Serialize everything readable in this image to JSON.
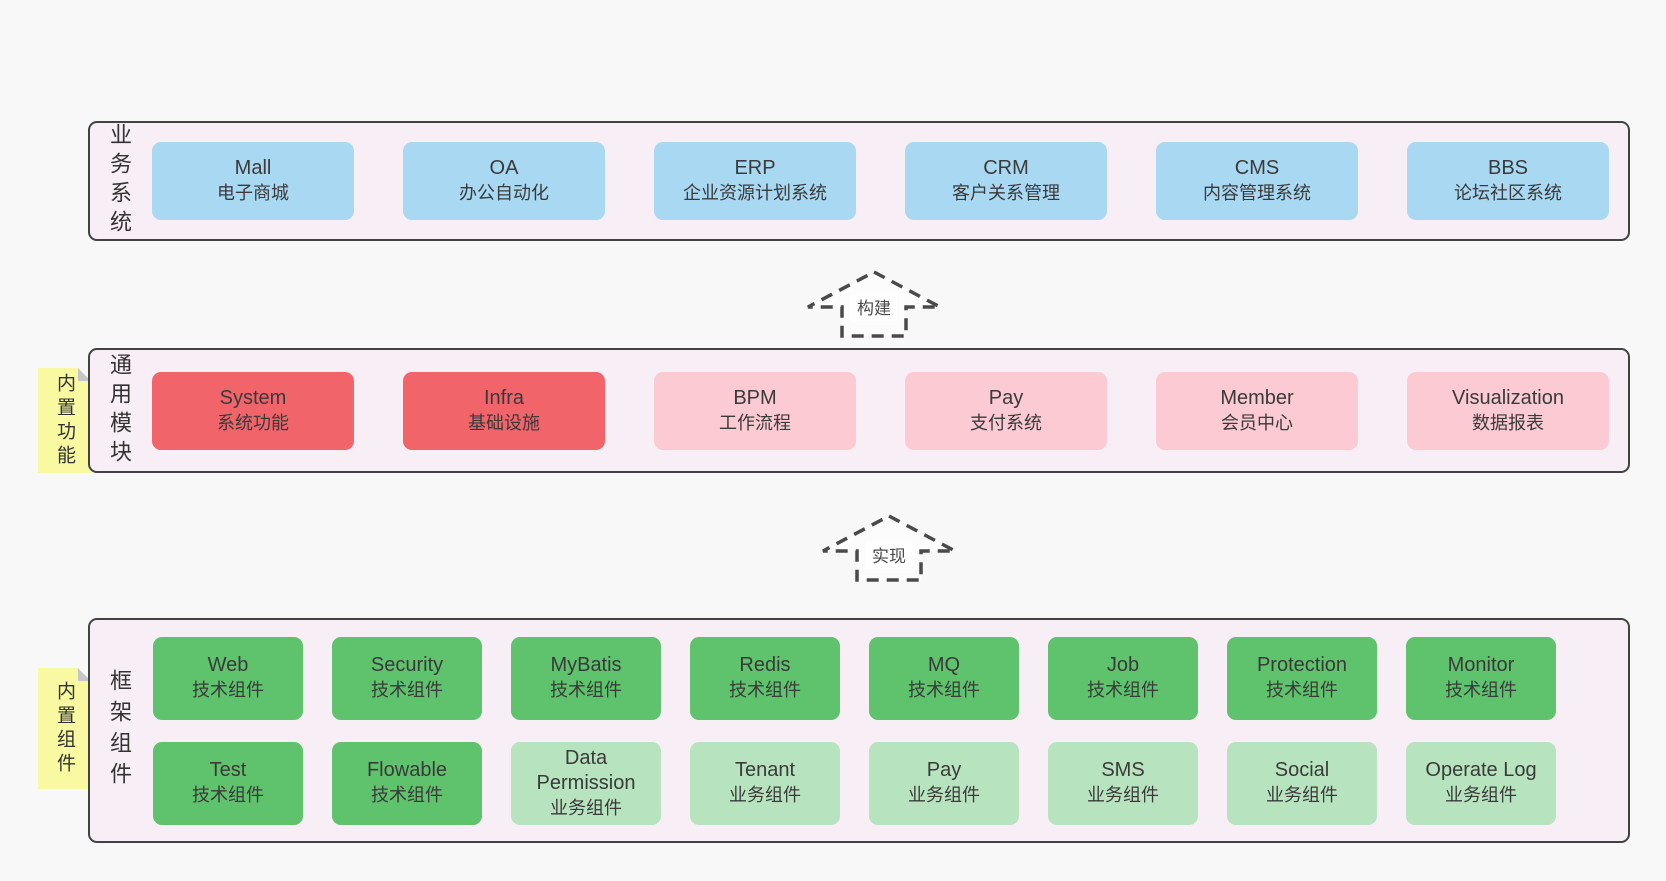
{
  "colors": {
    "page-bg": "#f8f8f8",
    "panel-bg": "#f8eef6",
    "panel-border": "#424242",
    "note-bg": "#f9f9a2",
    "note-fold": "#c6c6ca",
    "text-dark": "#3a3a3a",
    "box-blue": "#a9d8f3",
    "box-red": "#f0646a",
    "box-pink": "#fbcad3",
    "box-green": "#5fc26d",
    "box-lightgreen": "#b7e4bf",
    "arrow-line": "#4a4a4a",
    "arrow-fill": "#fcfcfc"
  },
  "arrows": [
    {
      "label": "构建"
    },
    {
      "label": "实现"
    }
  ],
  "layers": [
    {
      "label": "业务系统",
      "note": "",
      "rows": [
        [
          {
            "name": "Mall",
            "desc": "电子商城",
            "type": "blue"
          },
          {
            "name": "OA",
            "desc": "办公自动化",
            "type": "blue"
          },
          {
            "name": "ERP",
            "desc": "企业资源计划系统",
            "type": "blue"
          },
          {
            "name": "CRM",
            "desc": "客户关系管理",
            "type": "blue"
          },
          {
            "name": "CMS",
            "desc": "内容管理系统",
            "type": "blue"
          },
          {
            "name": "BBS",
            "desc": "论坛社区系统",
            "type": "blue"
          }
        ]
      ]
    },
    {
      "label": "通用模块",
      "note": "内置功能",
      "rows": [
        [
          {
            "name": "System",
            "desc": "系统功能",
            "type": "red"
          },
          {
            "name": "Infra",
            "desc": "基础设施",
            "type": "red"
          },
          {
            "name": "BPM",
            "desc": "工作流程",
            "type": "pink"
          },
          {
            "name": "Pay",
            "desc": "支付系统",
            "type": "pink"
          },
          {
            "name": "Member",
            "desc": "会员中心",
            "type": "pink"
          },
          {
            "name": "Visualization",
            "desc": "数据报表",
            "type": "pink"
          }
        ]
      ]
    },
    {
      "label": "框架组件",
      "note": "内置组件",
      "rows": [
        [
          {
            "name": "Web",
            "desc": "技术组件",
            "type": "green"
          },
          {
            "name": "Security",
            "desc": "技术组件",
            "type": "green"
          },
          {
            "name": "MyBatis",
            "desc": "技术组件",
            "type": "green"
          },
          {
            "name": "Redis",
            "desc": "技术组件",
            "type": "green"
          },
          {
            "name": "MQ",
            "desc": "技术组件",
            "type": "green"
          },
          {
            "name": "Job",
            "desc": "技术组件",
            "type": "green"
          },
          {
            "name": "Protection",
            "desc": "技术组件",
            "type": "green"
          },
          {
            "name": "Monitor",
            "desc": "技术组件",
            "type": "green"
          }
        ],
        [
          {
            "name": "Test",
            "desc": "技术组件",
            "type": "green"
          },
          {
            "name": "Flowable",
            "desc": "技术组件",
            "type": "green"
          },
          {
            "name": "Data Permission",
            "desc": "业务组件",
            "type": "lightgreen"
          },
          {
            "name": "Tenant",
            "desc": "业务组件",
            "type": "lightgreen"
          },
          {
            "name": "Pay",
            "desc": "业务组件",
            "type": "lightgreen"
          },
          {
            "name": "SMS",
            "desc": "业务组件",
            "type": "lightgreen"
          },
          {
            "name": "Social",
            "desc": "业务组件",
            "type": "lightgreen"
          },
          {
            "name": "Operate Log",
            "desc": "业务组件",
            "type": "lightgreen"
          }
        ]
      ]
    }
  ]
}
